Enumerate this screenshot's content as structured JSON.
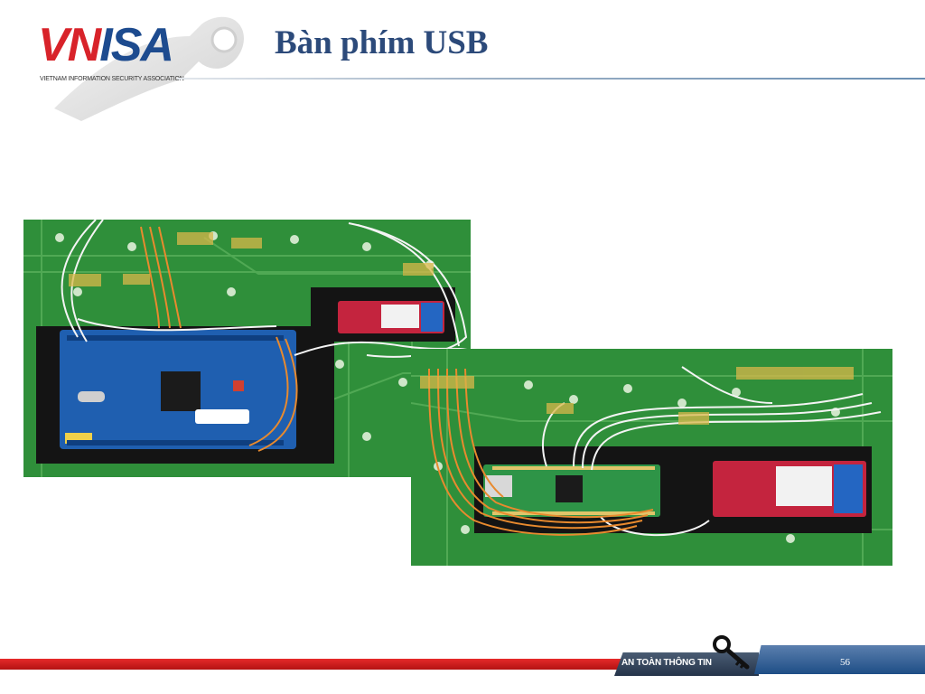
{
  "logo": {
    "part_red": "VN",
    "part_blue": "ISA",
    "subtitle": "VIETNAM INFORMATION SECURITY ASSOCIATION"
  },
  "slide": {
    "title": "Bàn phím USB"
  },
  "images": [
    {
      "icon": "keyboard-pcb-arduino-mega-photo"
    },
    {
      "icon": "keyboard-pcb-teensy-photo"
    }
  ],
  "footer": {
    "brand": "AN TOÀN THÔNG TIN",
    "page_number": "56",
    "icon": "key-icon"
  },
  "colors": {
    "title": "#2c4a7a",
    "logo_red": "#d8232a",
    "logo_blue": "#1d4b8f",
    "footer_red": "#d41f1f",
    "footer_blue": "#2f5f96",
    "pcb_green": "#2f8f3a"
  }
}
